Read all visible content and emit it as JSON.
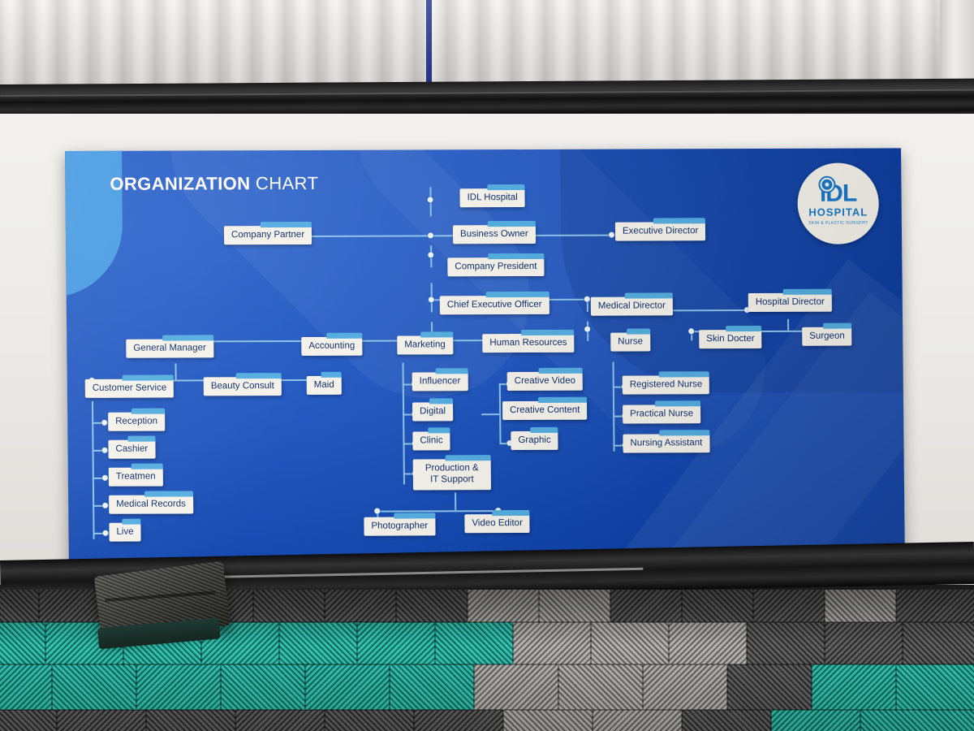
{
  "scene": {
    "description": "Photograph of a printed organization chart poster on a wall"
  },
  "poster": {
    "title_bold": "ORGANIZATION",
    "title_light": "CHART",
    "background_color": "#2458bf",
    "accent_color": "#56aee0",
    "node_color": "#f4f2ea",
    "text_color": "#12306e"
  },
  "logo": {
    "mark": "iDL",
    "name": "HOSPITAL",
    "tagline": "SKIN & PLASTIC SURGERY",
    "color": "#1b79c9"
  },
  "chart_data": {
    "type": "diagram",
    "title": "ORGANIZATION CHART",
    "nodes": [
      {
        "id": "idl-hospital",
        "label": "IDL Hospital",
        "level": 0
      },
      {
        "id": "company-partner",
        "label": "Company Partner",
        "level": 1
      },
      {
        "id": "business-owner",
        "label": "Business Owner",
        "level": 1
      },
      {
        "id": "executive-director",
        "label": "Executive Director",
        "level": 1
      },
      {
        "id": "company-president",
        "label": "Company President",
        "level": 2
      },
      {
        "id": "chief-executive-officer",
        "label": "Chief Executive Officer",
        "level": 3
      },
      {
        "id": "medical-director",
        "label": "Medical Director",
        "level": 3
      },
      {
        "id": "hospital-director",
        "label": "Hospital Director",
        "level": 3
      },
      {
        "id": "general-manager",
        "label": "General Manager",
        "level": 4
      },
      {
        "id": "accounting",
        "label": "Accounting",
        "level": 4
      },
      {
        "id": "marketing",
        "label": "Marketing",
        "level": 4
      },
      {
        "id": "human-resources",
        "label": "Human Resources",
        "level": 4
      },
      {
        "id": "nurse",
        "label": "Nurse",
        "level": 4
      },
      {
        "id": "skin-docter",
        "label": "Skin Docter",
        "level": 4
      },
      {
        "id": "surgeon",
        "label": "Surgeon",
        "level": 4
      },
      {
        "id": "customer-service",
        "label": "Customer Service",
        "level": 5
      },
      {
        "id": "beauty-consult",
        "label": "Beauty Consult",
        "level": 5
      },
      {
        "id": "maid",
        "label": "Maid",
        "level": 5
      },
      {
        "id": "influencer",
        "label": "Influencer",
        "level": 5
      },
      {
        "id": "digital",
        "label": "Digital",
        "level": 5
      },
      {
        "id": "clinic",
        "label": "Clinic",
        "level": 5
      },
      {
        "id": "production-it-support",
        "label": "Production & IT Support",
        "level": 5
      },
      {
        "id": "creative-video",
        "label": "Creative Video",
        "level": 6
      },
      {
        "id": "creative-content",
        "label": "Creative Content",
        "level": 6
      },
      {
        "id": "graphic",
        "label": "Graphic",
        "level": 6
      },
      {
        "id": "registered-nurse",
        "label": "Registered Nurse",
        "level": 5
      },
      {
        "id": "practical-nurse",
        "label": "Practical Nurse",
        "level": 5
      },
      {
        "id": "nursing-assistant",
        "label": "Nursing Assistant",
        "level": 5
      },
      {
        "id": "reception",
        "label": "Reception",
        "level": 6
      },
      {
        "id": "cashier",
        "label": "Cashier",
        "level": 6
      },
      {
        "id": "treatmen",
        "label": "Treatmen",
        "level": 6
      },
      {
        "id": "medical-records",
        "label": "Medical Records",
        "level": 6
      },
      {
        "id": "live",
        "label": "Live",
        "level": 6
      },
      {
        "id": "photographer",
        "label": "Photographer",
        "level": 6
      },
      {
        "id": "video-editor",
        "label": "Video Editor",
        "level": 6
      }
    ],
    "edges": [
      {
        "from": "idl-hospital",
        "to": "business-owner"
      },
      {
        "from": "business-owner",
        "to": "company-partner"
      },
      {
        "from": "business-owner",
        "to": "executive-director"
      },
      {
        "from": "business-owner",
        "to": "company-president"
      },
      {
        "from": "company-president",
        "to": "chief-executive-officer"
      },
      {
        "from": "company-president",
        "to": "medical-director"
      },
      {
        "from": "medical-director",
        "to": "hospital-director"
      },
      {
        "from": "medical-director",
        "to": "nurse"
      },
      {
        "from": "hospital-director",
        "to": "skin-docter"
      },
      {
        "from": "hospital-director",
        "to": "surgeon"
      },
      {
        "from": "chief-executive-officer",
        "to": "general-manager"
      },
      {
        "from": "chief-executive-officer",
        "to": "accounting"
      },
      {
        "from": "chief-executive-officer",
        "to": "marketing"
      },
      {
        "from": "chief-executive-officer",
        "to": "human-resources"
      },
      {
        "from": "general-manager",
        "to": "customer-service"
      },
      {
        "from": "general-manager",
        "to": "beauty-consult"
      },
      {
        "from": "general-manager",
        "to": "maid"
      },
      {
        "from": "customer-service",
        "to": "reception"
      },
      {
        "from": "customer-service",
        "to": "cashier"
      },
      {
        "from": "customer-service",
        "to": "treatmen"
      },
      {
        "from": "customer-service",
        "to": "medical-records"
      },
      {
        "from": "customer-service",
        "to": "live"
      },
      {
        "from": "marketing",
        "to": "influencer"
      },
      {
        "from": "marketing",
        "to": "digital"
      },
      {
        "from": "marketing",
        "to": "clinic"
      },
      {
        "from": "marketing",
        "to": "production-it-support"
      },
      {
        "from": "digital",
        "to": "creative-video"
      },
      {
        "from": "digital",
        "to": "creative-content"
      },
      {
        "from": "digital",
        "to": "graphic"
      },
      {
        "from": "production-it-support",
        "to": "photographer"
      },
      {
        "from": "production-it-support",
        "to": "video-editor"
      },
      {
        "from": "nurse",
        "to": "registered-nurse"
      },
      {
        "from": "nurse",
        "to": "practical-nurse"
      },
      {
        "from": "nurse",
        "to": "nursing-assistant"
      }
    ]
  }
}
